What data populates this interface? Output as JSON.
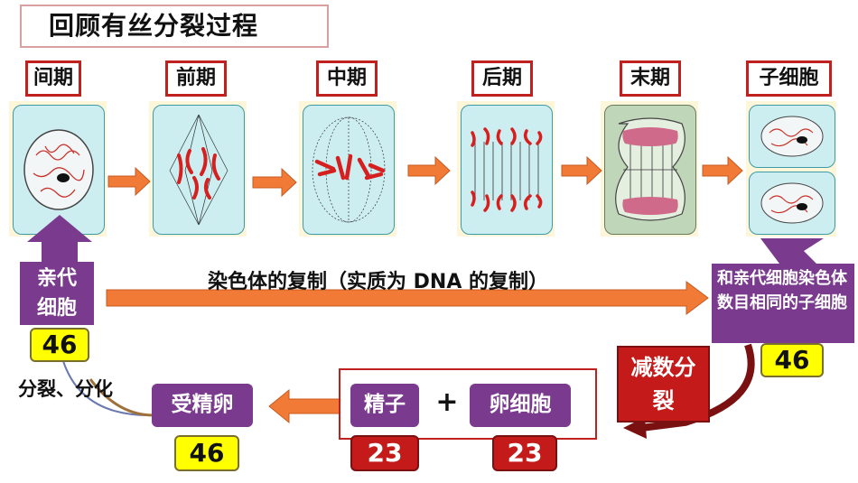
{
  "title": "回顾有丝分裂过程",
  "phases": [
    "间期",
    "前期",
    "中期",
    "后期",
    "末期",
    "子细胞"
  ],
  "parent_cell": {
    "label": "亲代细胞",
    "number": "46"
  },
  "main_arrow_text": "染色体的复制（实质为 DNA 的复制）",
  "daughter_text": "和亲代细胞染色体数目相同的子细胞",
  "daughter_number": "46",
  "meiosis_label": "减数分裂",
  "sperm": {
    "label": "精子",
    "number": "23"
  },
  "plus": "+",
  "egg": {
    "label": "卵细胞",
    "number": "23"
  },
  "zygote": {
    "label": "受精卵",
    "number": "46"
  },
  "differentiation_text": "分裂、分化",
  "colors": {
    "purple": "#7a3b8f",
    "yellow": "#ffff00",
    "red_box": "#c41a1a",
    "arrow_orange": "#f07a36",
    "cell_fill": "#cdeef1"
  }
}
